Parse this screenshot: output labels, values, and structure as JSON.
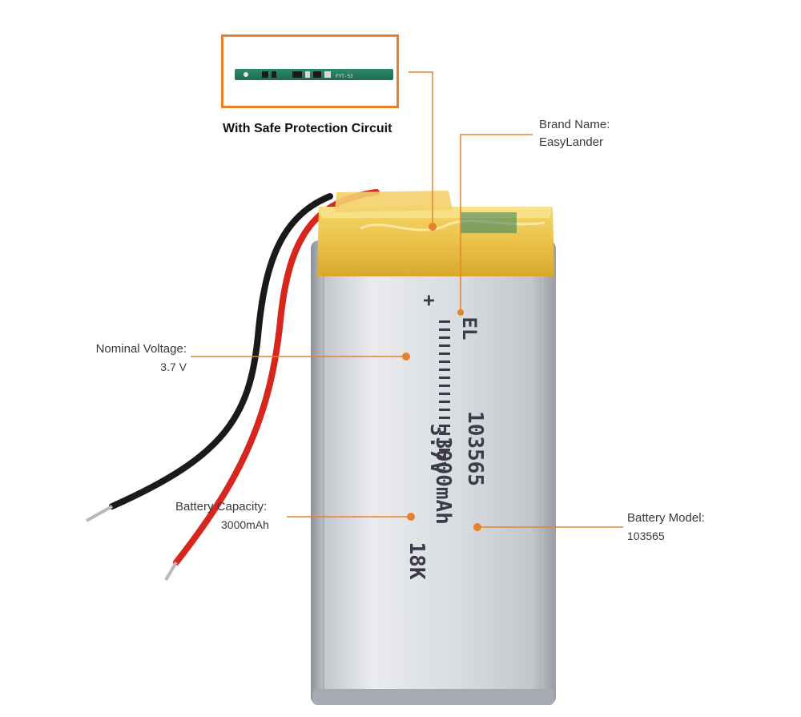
{
  "inset": {
    "caption": "With Safe Protection Circuit",
    "pcb_text": "FYT-53"
  },
  "brand": {
    "label": "Brand Name:",
    "value": "EasyLander"
  },
  "voltage": {
    "label": "Nominal Voltage:",
    "value": "3.7 V"
  },
  "capacity": {
    "label": "Battery  Capacity:",
    "value": "3000mAh"
  },
  "model": {
    "label": "Battery Model:",
    "value": "103565"
  },
  "battery_print": {
    "polarity": "+",
    "brand_mark": "EL",
    "voltage": "3.7V",
    "model": "103565",
    "capacity": "3000mAh",
    "code": "18K"
  },
  "colors": {
    "callout": "#e8822a",
    "tape": "#f2c94c",
    "cell": "#c9ccd1",
    "wire_red": "#d6261e",
    "wire_black": "#1a1a1a"
  }
}
